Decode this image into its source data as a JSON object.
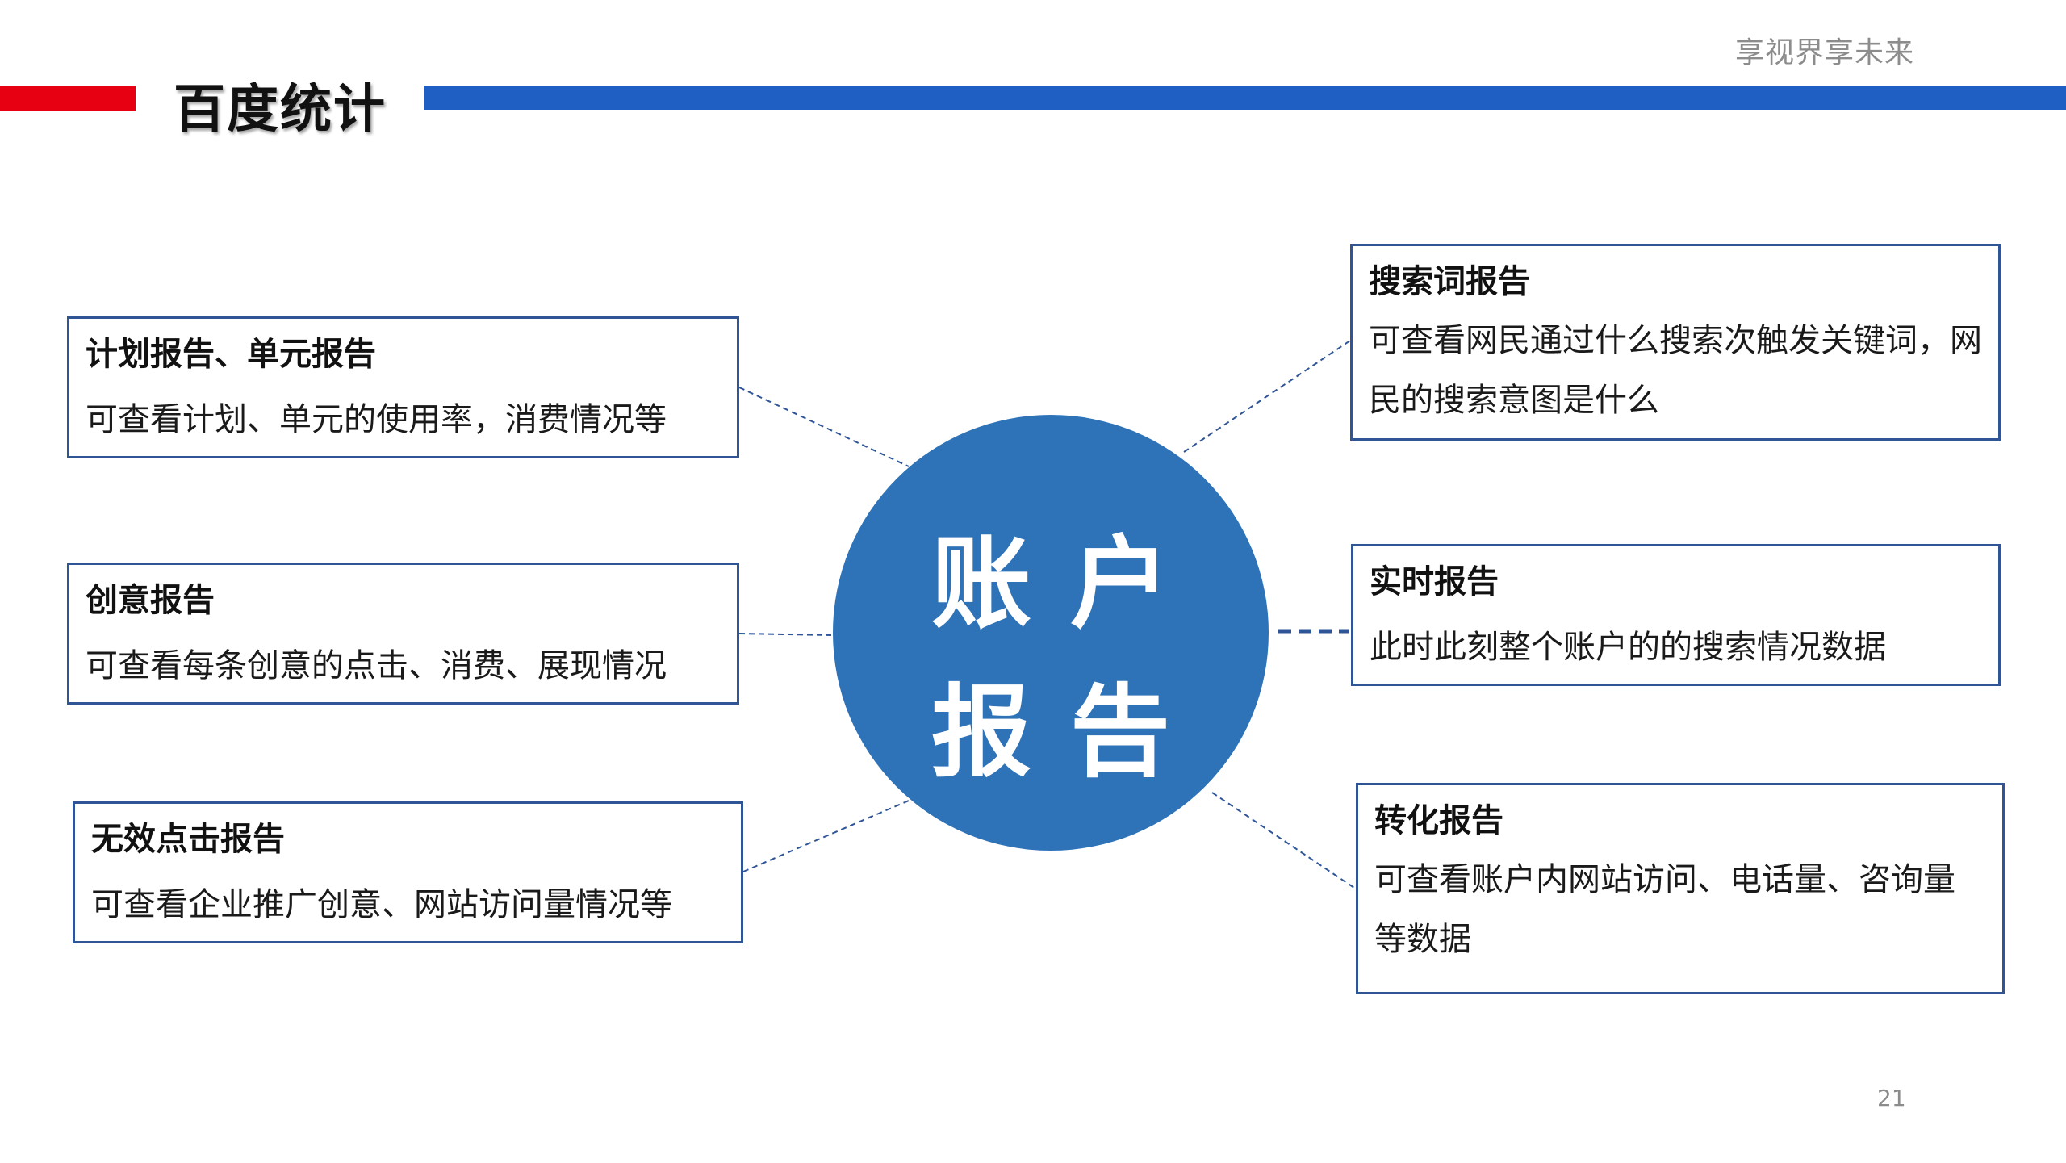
{
  "header": {
    "slogan": "享视界享未来",
    "title": "百度统计",
    "colors": {
      "left_bar": "#e60012",
      "right_bar": "#1f5fc4",
      "title_text": "#111111"
    }
  },
  "hub": {
    "line1": "账户",
    "line2": "报告",
    "color": "#2e73b8",
    "text_color": "#ffffff"
  },
  "reports": {
    "plan": {
      "title": "计划报告、单元报告",
      "body": "可查看计划、单元的使用率，消费情况等"
    },
    "creative": {
      "title": "创意报告",
      "body": "可查看每条创意的点击、消费、展现情况"
    },
    "invalid": {
      "title": "无效点击报告",
      "body": "可查看企业推广创意、网站访问量情况等"
    },
    "search": {
      "title": "搜索词报告",
      "body": "可查看网民通过什么搜索次触发关键词，网民的搜索意图是什么"
    },
    "realtime": {
      "title": "实时报告",
      "body": "此时此刻整个账户的的搜索情况数据"
    },
    "conversion": {
      "title": "转化报告",
      "body": "可查看账户内网站访问、电话量、咨询量等数据"
    },
    "border_color": "#2f5597",
    "connector_color": "#2f5597"
  },
  "footer": {
    "page_number": "21"
  }
}
